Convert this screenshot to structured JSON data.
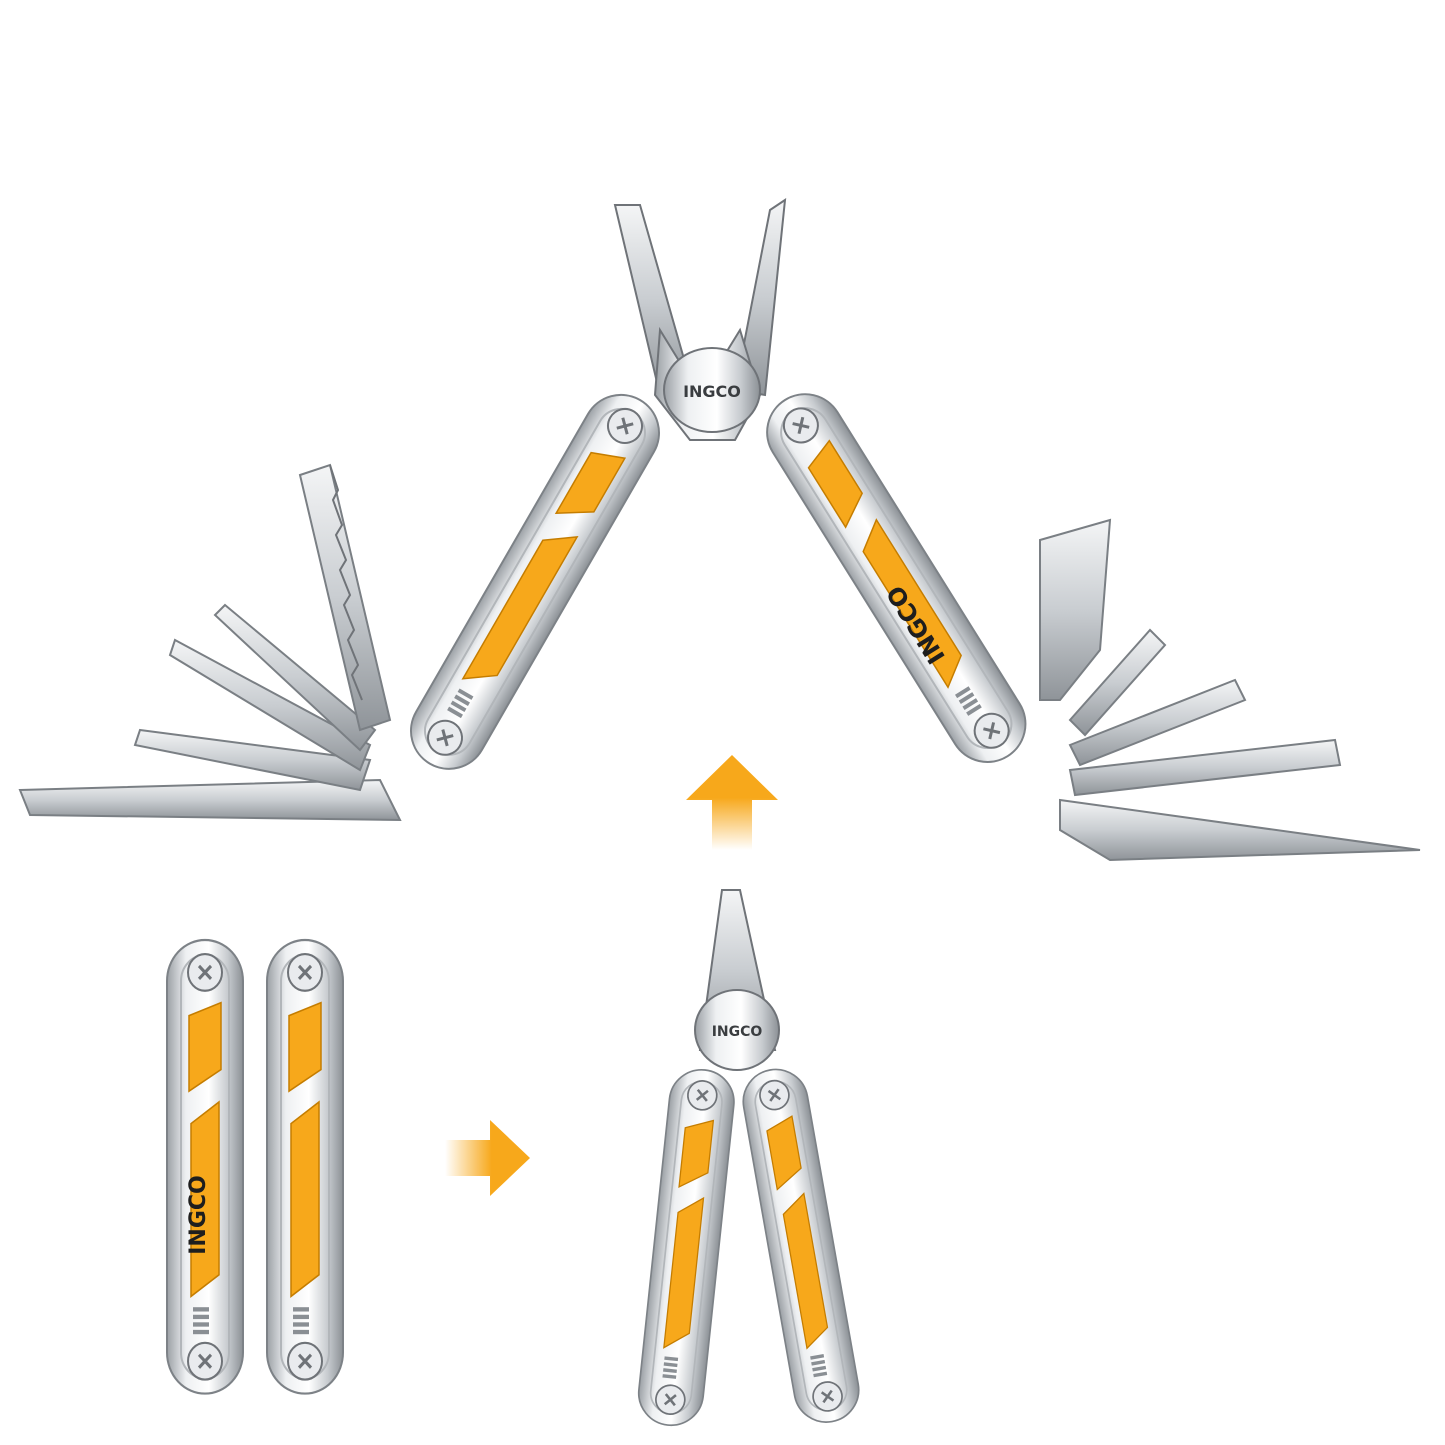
{
  "brand": {
    "logo_text": "INGCO",
    "accent": "#F7A81B",
    "steel_light": "#F2F3F5",
    "steel_dark": "#8E9398"
  },
  "figures": [
    {
      "name": "fully-open-multitool",
      "description_state": "open"
    },
    {
      "name": "folded-multitool",
      "description_state": "closed"
    },
    {
      "name": "pliers-opened-multitool",
      "description_state": "pliers-out"
    }
  ],
  "arrows": [
    {
      "name": "arrow-right",
      "direction": "right"
    },
    {
      "name": "arrow-up",
      "direction": "up"
    }
  ]
}
